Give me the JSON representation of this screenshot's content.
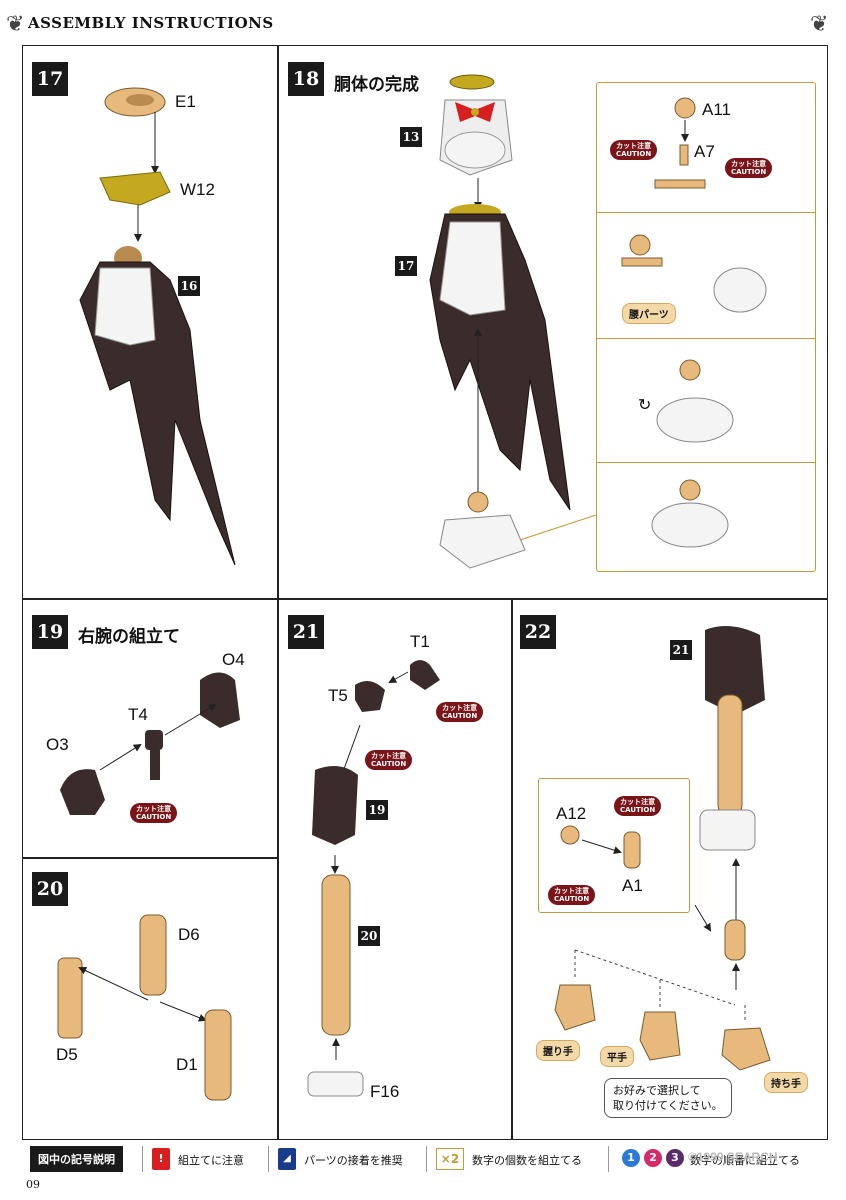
{
  "header": {
    "title": "ASSEMBLY INSTRUCTIONS"
  },
  "steps": {
    "s17": {
      "num": "17",
      "parts": [
        "E1",
        "W12"
      ],
      "ref": "16"
    },
    "s18": {
      "num": "18",
      "title": "胴体の完成",
      "refs": [
        "13",
        "17"
      ],
      "parts": [
        "A11",
        "A7"
      ],
      "tag": "腰パーツ"
    },
    "s19": {
      "num": "19",
      "title": "右腕の組立て",
      "parts": [
        "O4",
        "T4",
        "O3"
      ]
    },
    "s20": {
      "num": "20",
      "parts": [
        "D6",
        "D5",
        "D1"
      ]
    },
    "s21": {
      "num": "21",
      "parts": [
        "T1",
        "T5",
        "F16"
      ],
      "refs": [
        "19",
        "20"
      ]
    },
    "s22": {
      "num": "22",
      "refs": [
        "21"
      ],
      "parts": [
        "A12",
        "A1"
      ],
      "hands": [
        "握り手",
        "平手",
        "持ち手"
      ],
      "note_line1": "お好みで選択して",
      "note_line2": "取り付けてください。"
    }
  },
  "caution": {
    "jp": "カット注意",
    "en": "CAUTION"
  },
  "legend": {
    "head": "図中の記号説明",
    "items": [
      "組立てに注意",
      "パーツの接着を推奨",
      "数字の個数を組立てる",
      "数字の順番に組立てる"
    ],
    "x2": "×2",
    "nums": [
      "1",
      "2",
      "3"
    ]
  },
  "page": {
    "number": "09"
  },
  "watermark": "©1999 SEARCH",
  "colors": {
    "skin": "#e7b97c",
    "dark": "#3a2c2a",
    "gold": "#c39a3a",
    "caution": "#7a1418",
    "yellow": "#c4a820"
  }
}
